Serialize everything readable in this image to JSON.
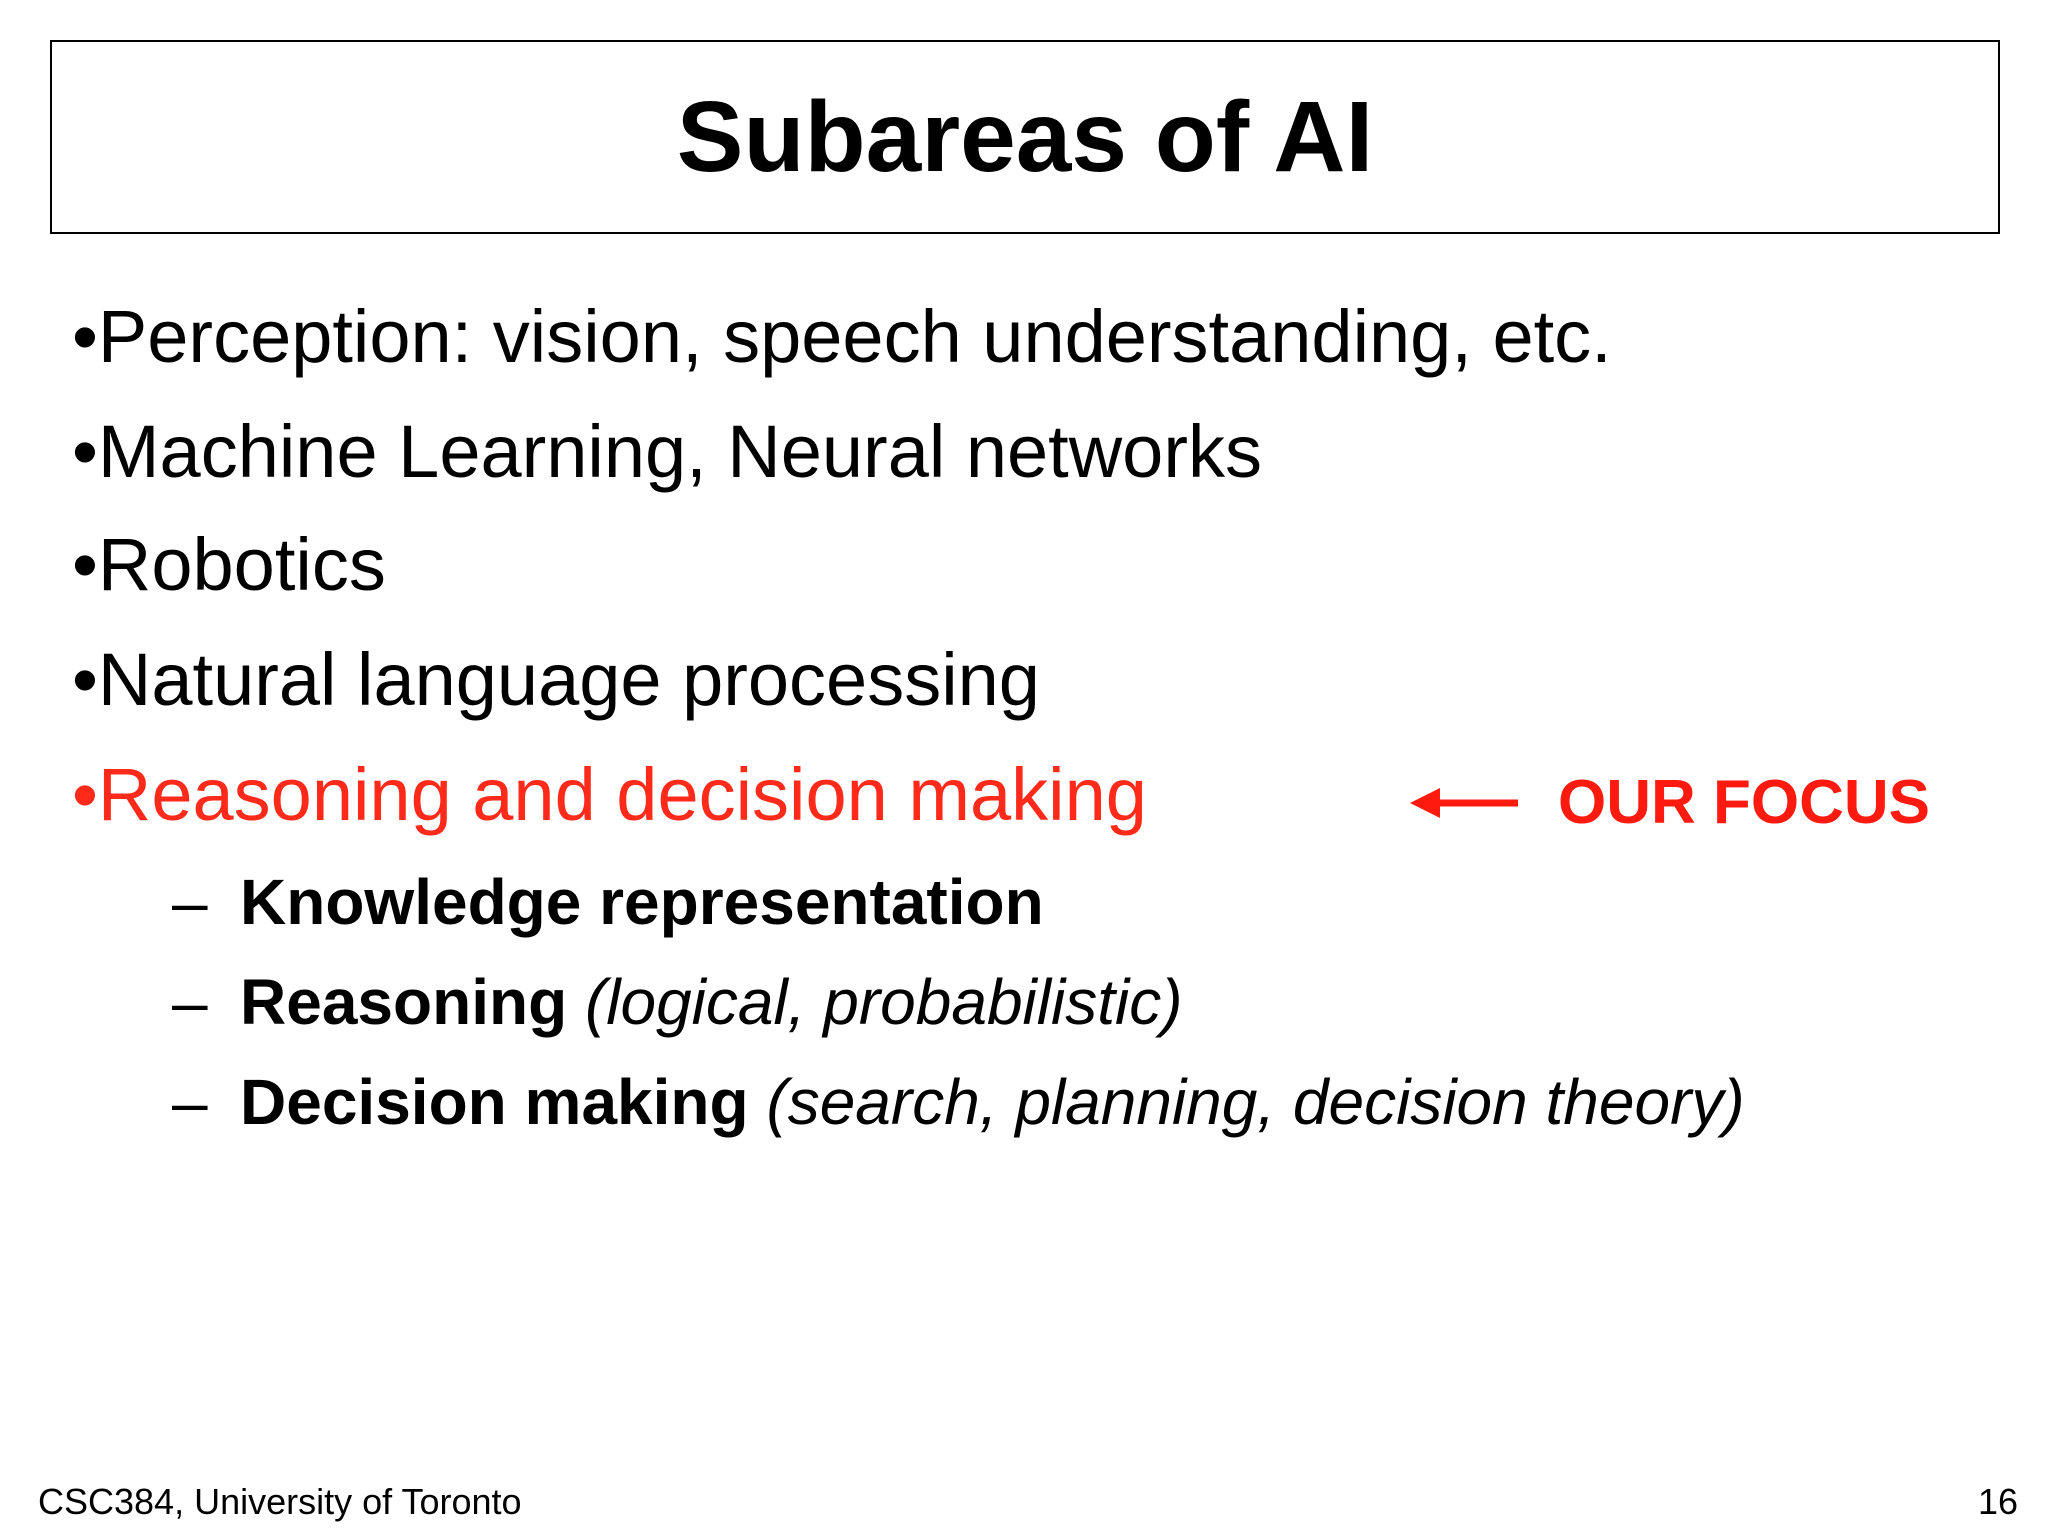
{
  "slide": {
    "title": "Subareas of AI",
    "bullets": [
      "•Perception: vision, speech understanding, etc.",
      "•Machine Learning, Neural networks",
      "•Robotics",
      "•Natural language processing",
      "•Reasoning and decision making"
    ],
    "focus": {
      "label": "OUR FOCUS",
      "icon": "left-arrow-icon",
      "color": "#ff1a10"
    },
    "subitems": [
      {
        "dash": "–",
        "bold": "Knowledge representation",
        "italic": ""
      },
      {
        "dash": "–",
        "bold": "Reasoning",
        "italic": "(logical, probabilistic)"
      },
      {
        "dash": "–",
        "bold": "Decision making",
        "italic": "(search, planning, decision theory)"
      }
    ],
    "highlight_color": "#ff2a1a"
  },
  "footer": {
    "left": "CSC384, University of Toronto",
    "page_number": "16"
  }
}
